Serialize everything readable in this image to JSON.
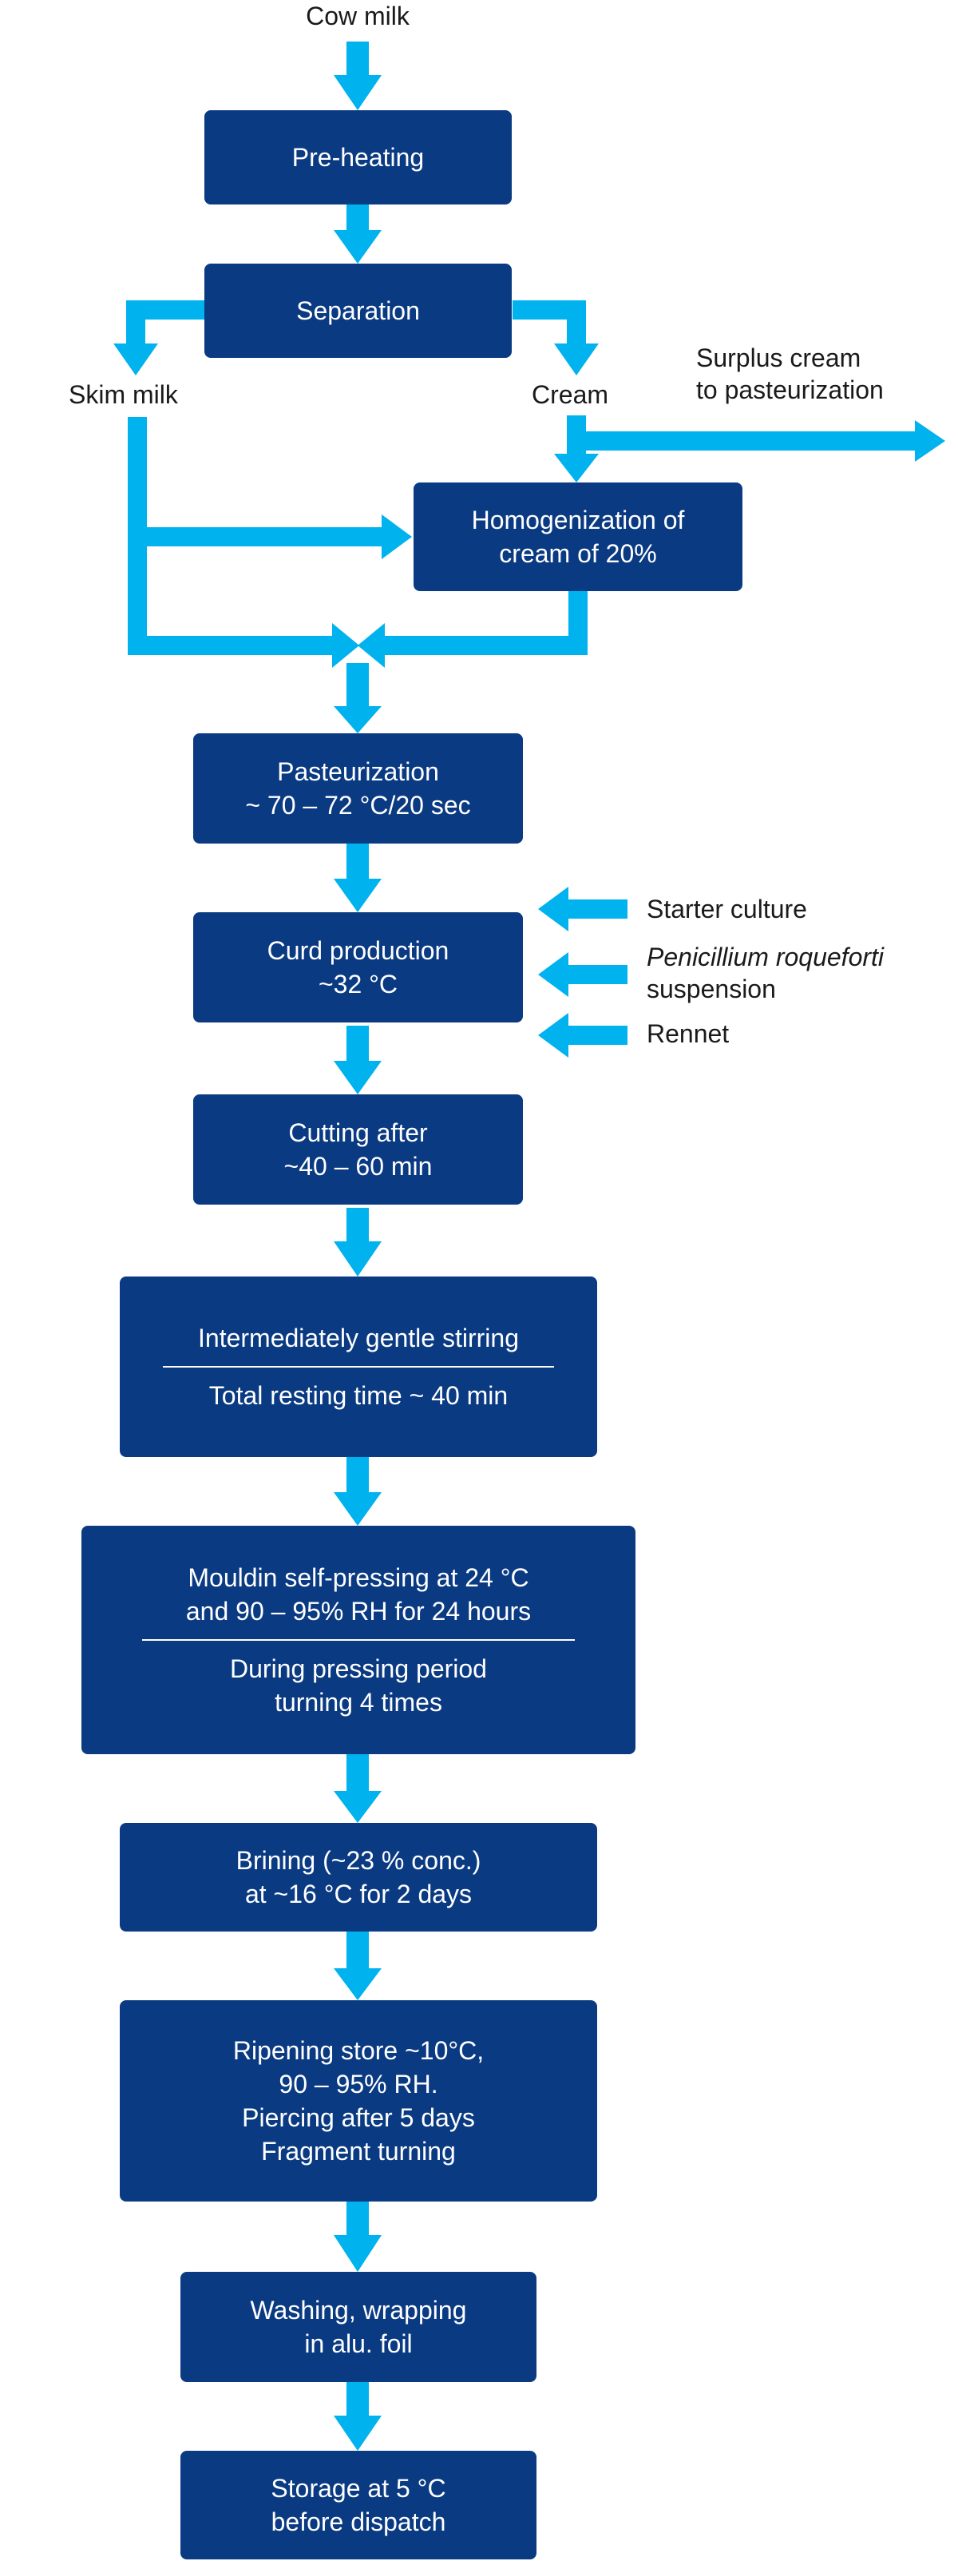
{
  "colors": {
    "box": "#0a3a82",
    "arrow": "#00b2ee",
    "box_text": "#ffffff",
    "label_text": "#1a1a1a"
  },
  "input": {
    "label": "Cow milk"
  },
  "steps": {
    "preheating": "Pre-heating",
    "separation": "Separation",
    "homogenization": [
      "Homogenization of",
      "cream of 20%"
    ],
    "pasteurization": [
      "Pasteurization",
      "~ 70 – 72 °C/20 sec"
    ],
    "curd": [
      "Curd production",
      "~32 °C"
    ],
    "cutting": [
      "Cutting after",
      "~40 – 60 min"
    ],
    "stirring": {
      "top": "Intermediately gentle stirring",
      "bottom": "Total resting time ~ 40 min"
    },
    "mould": {
      "top": [
        "Mouldin self-pressing at 24 °C",
        "and 90 – 95% RH for 24 hours"
      ],
      "bottom": [
        "During pressing period",
        "turning 4 times"
      ]
    },
    "brining": [
      "Brining (~23 % conc.)",
      "at ~16 °C for 2 days"
    ],
    "ripening": [
      "Ripening store ~10°C,",
      "90 – 95% RH.",
      "Piercing after 5 days",
      "Fragment turning"
    ],
    "washing": [
      "Washing, wrapping",
      "in alu. foil"
    ],
    "storage": [
      "Storage at 5 °C",
      "before dispatch"
    ]
  },
  "branches": {
    "skim_milk": "Skim milk",
    "cream": "Cream",
    "surplus": [
      "Surplus cream",
      "to pasteurization"
    ]
  },
  "additions": {
    "starter": "Starter culture",
    "penicillium": {
      "italic": "Penicillium roqueforti",
      "rest": "suspension"
    },
    "rennet": "Rennet"
  }
}
